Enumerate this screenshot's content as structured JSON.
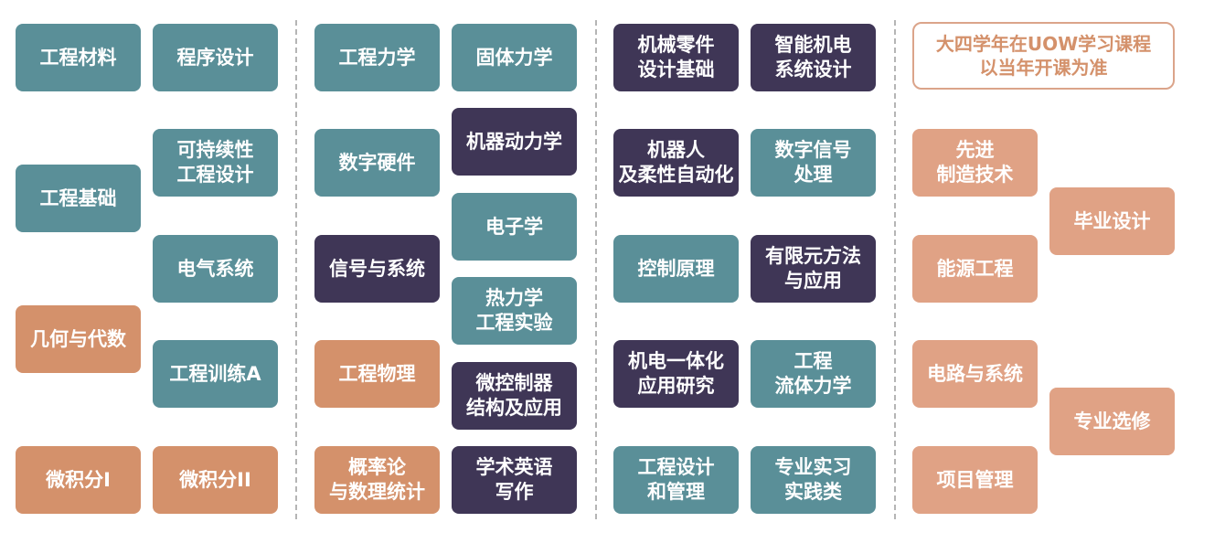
{
  "colors": {
    "teal": "#5a8f98",
    "navy": "#3f3656",
    "orange": "#d4916b",
    "peach": "#e0a285"
  },
  "year1": {
    "materials": "工程材料",
    "programming": "程序设计",
    "foundation": "工程基础",
    "sustainable": "可持续性\n工程设计",
    "electrical": "电气系统",
    "geometry": "几何与代数",
    "training": "工程训练A",
    "calculus1": "微积分I",
    "calculus2": "微积分II"
  },
  "year2": {
    "mechanics": "工程力学",
    "solid": "固体力学",
    "machine_dynamics": "机器动力学",
    "digital_hw": "数字硬件",
    "electronics": "电子学",
    "signals": "信号与系统",
    "thermo": "热力学\n工程实验",
    "physics": "工程物理",
    "microcontroller": "微控制器\n结构及应用",
    "probability": "概率论\n与数理统计",
    "english": "学术英语\n写作"
  },
  "year3": {
    "machine_parts": "机械零件\n设计基础",
    "mechatronic_design": "智能机电\n系统设计",
    "robotics": "机器人\n及柔性自动化",
    "dsp": "数字信号\n处理",
    "control": "控制原理",
    "fem": "有限元方法\n与应用",
    "mechatronics": "机电一体化\n应用研究",
    "fluid": "工程\n流体力学",
    "design_mgmt": "工程设计\n和管理",
    "internship": "专业实习\n实践类"
  },
  "year4": {
    "note": "大四学年在UOW学习课程\n以当年开课为准",
    "manufacturing": "先进\n制造技术",
    "thesis": "毕业设计",
    "energy": "能源工程",
    "circuits": "电路与系统",
    "electives": "专业选修",
    "project_mgmt": "项目管理"
  }
}
